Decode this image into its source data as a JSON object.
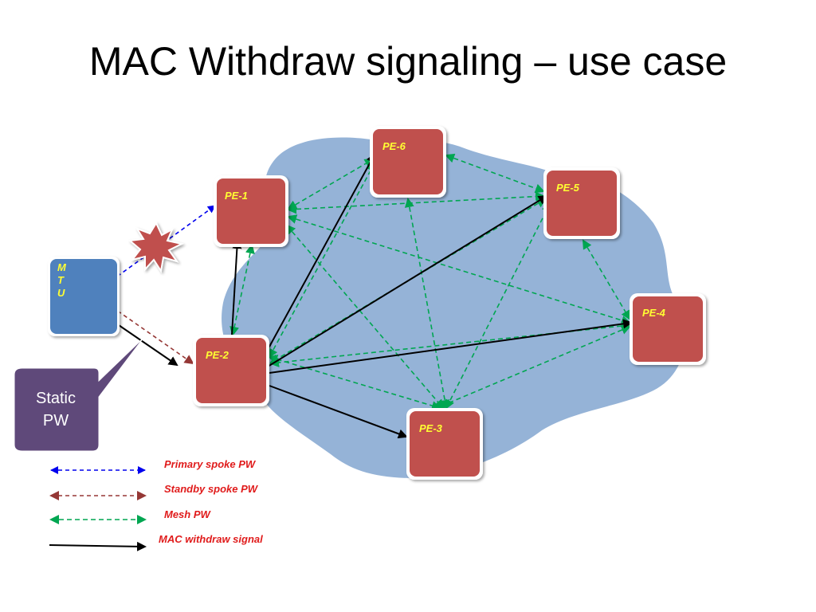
{
  "slide": {
    "title": "MAC Withdraw signaling – use case"
  },
  "nodes": {
    "pe1": "PE-1",
    "pe2": "PE-2",
    "pe3": "PE-3",
    "pe4": "PE-4",
    "pe5": "PE-5",
    "pe6": "PE-6",
    "mtu": [
      "M",
      "T",
      "U"
    ]
  },
  "callout": {
    "line1": "Static",
    "line2": "PW"
  },
  "legend": {
    "primary": "Primary spoke PW",
    "standby": "Standby spoke PW",
    "mesh": "Mesh PW",
    "withdraw": "MAC withdraw signal"
  },
  "colors": {
    "cloud": "#95b3d7",
    "pe_box": "#c0504d",
    "mtu_box": "#4f81bd",
    "callout": "#5f497a",
    "primary": "#0000ee",
    "standby": "#953735",
    "mesh": "#00a651",
    "withdraw": "#000000",
    "label_yellow": "#ffff33",
    "legend_red": "#e01b1b"
  }
}
